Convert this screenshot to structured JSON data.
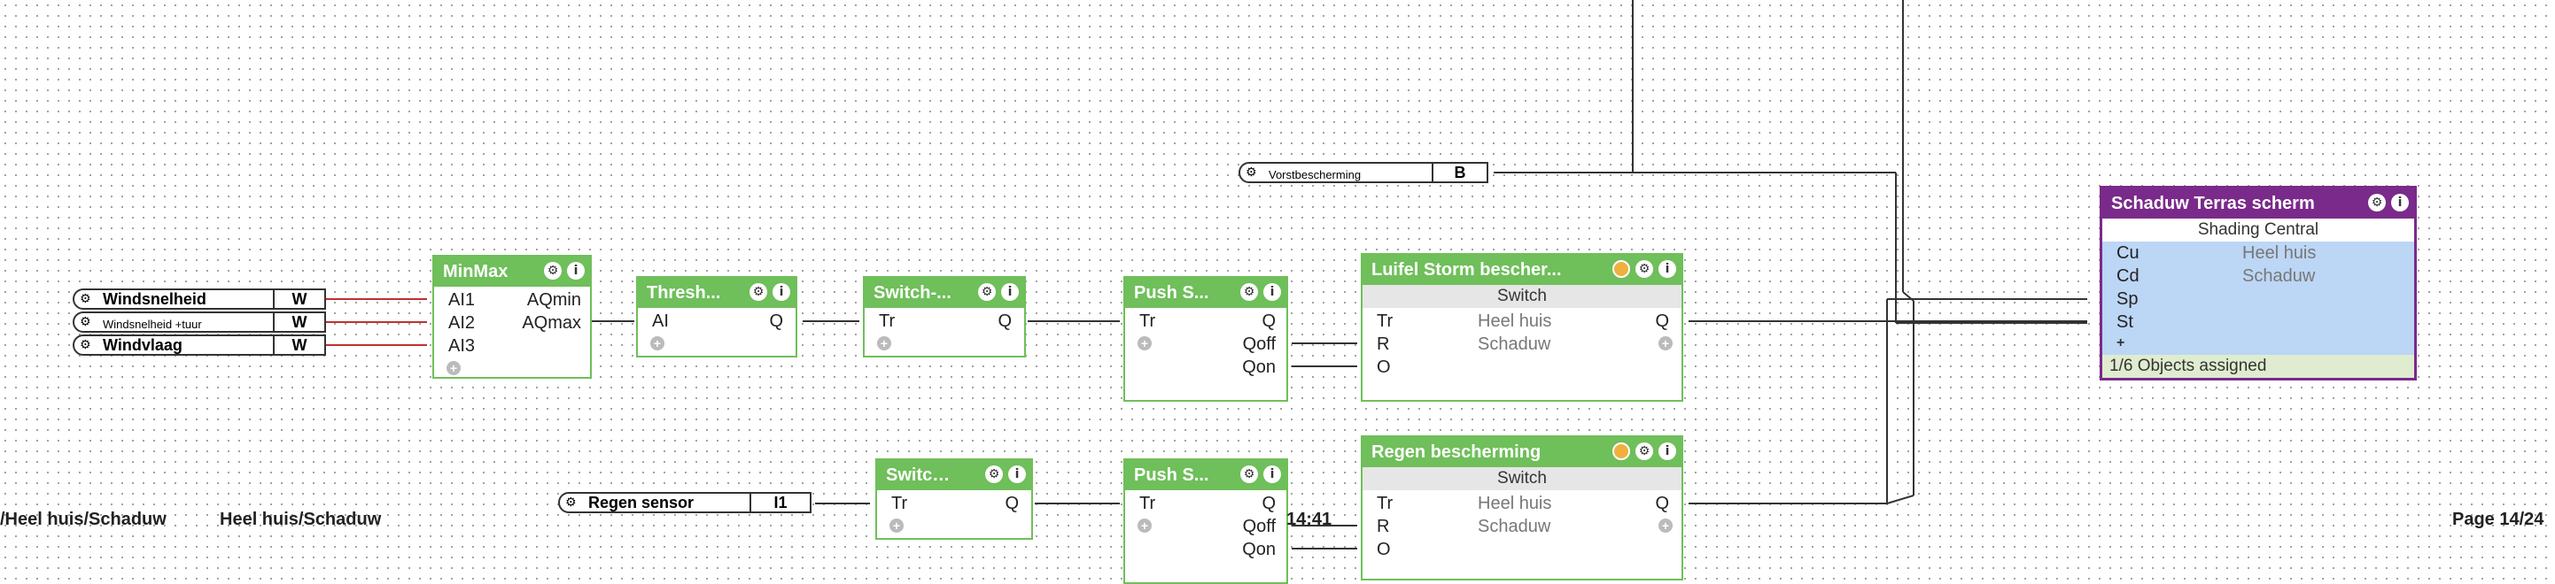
{
  "inputs": {
    "windsnelheid": {
      "name": "Windsnelheid",
      "type": "W"
    },
    "windsnelheid_tuur": {
      "name": "Windsnelheid +tuur",
      "type": "W"
    },
    "windvlaag": {
      "name": "Windvlaag",
      "type": "W"
    },
    "vorstbescherming": {
      "name": "Vorstbescherming",
      "type": "B"
    },
    "regen_sensor": {
      "name": "Regen sensor",
      "type": "I1"
    }
  },
  "blocks": {
    "minmax": {
      "title": "MinMax",
      "in": [
        "AI1",
        "AI2",
        "AI3"
      ],
      "out": [
        "AQmin",
        "AQmax"
      ]
    },
    "thresh": {
      "title": "Thresh...",
      "in": "AI",
      "out": "Q"
    },
    "switch1": {
      "title": "Switch-...",
      "in": "Tr",
      "out": "Q"
    },
    "switch2": {
      "title": "Switch-...",
      "in": "Tr",
      "out": "Q"
    },
    "push1": {
      "title": "Push S...",
      "in": "Tr",
      "out": [
        "Q",
        "Qoff",
        "Qon"
      ]
    },
    "push2": {
      "title": "Push S...",
      "in": "Tr",
      "out": [
        "Q",
        "Qoff",
        "Qon"
      ]
    },
    "luifel": {
      "title": "Luifel Storm bescher...",
      "subtitle": "Switch",
      "in": [
        "Tr",
        "R",
        "O"
      ],
      "out": "Q",
      "room": "Heel huis",
      "category": "Schaduw"
    },
    "regen": {
      "title": "Regen  bescherming",
      "subtitle": "Switch",
      "in": [
        "Tr",
        "R",
        "O"
      ],
      "out": "Q",
      "room": "Heel huis",
      "category": "Schaduw"
    },
    "shading": {
      "title": "Schaduw Terras scherm",
      "subtitle": "Shading Central",
      "in": [
        "Cu",
        "Cd",
        "Sp",
        "St"
      ],
      "room": "Heel huis",
      "category": "Schaduw",
      "footer": "1/6 Objects assigned"
    }
  },
  "page_footer": {
    "left": "/Heel huis/Schaduw",
    "left2": "Heel huis/Schaduw",
    "time": "14:41",
    "page": "Page 14/24"
  },
  "icons": {
    "gear": "gear-icon",
    "info": "info-icon",
    "plus": "plus-icon"
  },
  "colors": {
    "block": "#6fbf5a",
    "shading": "#7a2a8a",
    "shading_bg": "#bcd6f5",
    "wire": "#333333",
    "red_wire": "#c03030"
  }
}
